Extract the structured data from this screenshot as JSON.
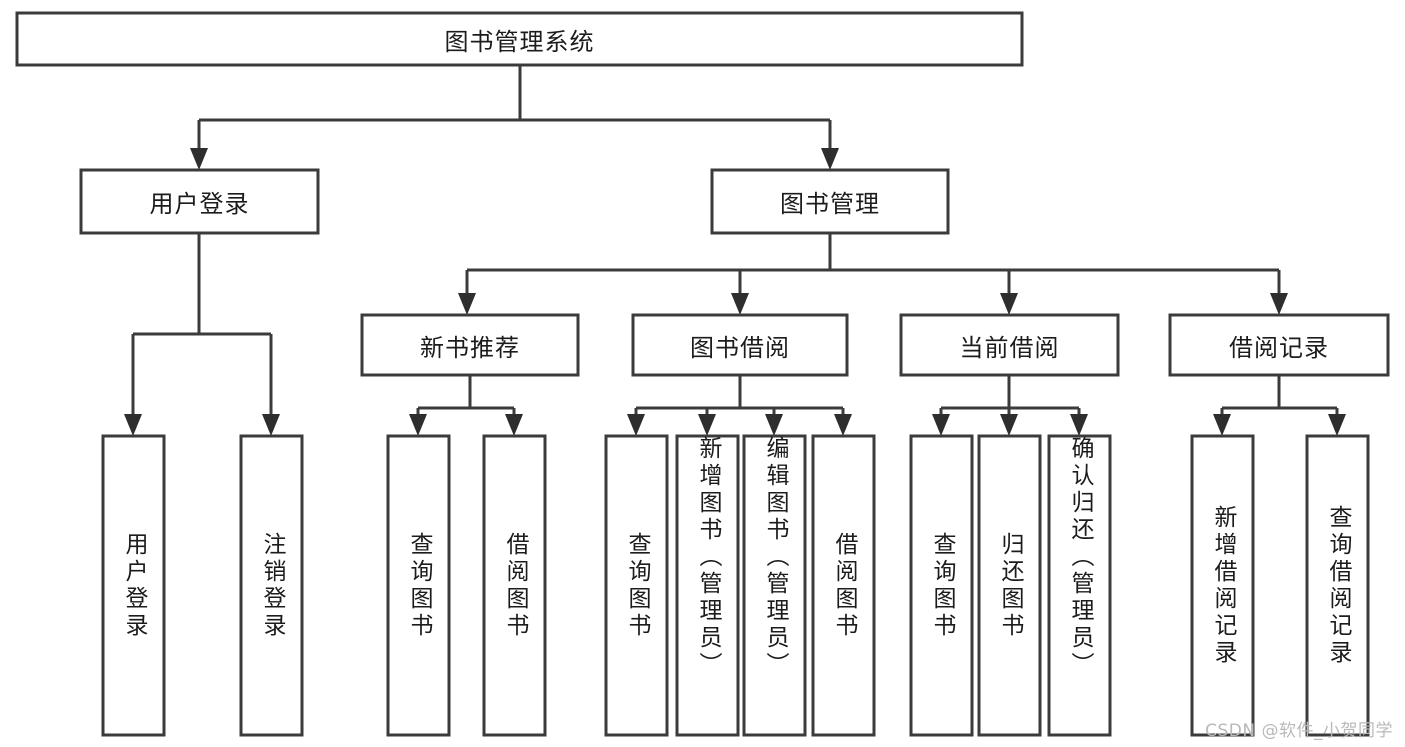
{
  "diagram": {
    "title": "图书管理系统",
    "type": "tree-hierarchy",
    "orientation": "top-down",
    "colors": {
      "background": "#ffffff",
      "box_border": "#3b3b3b",
      "box_fill": "#ffffff",
      "connector": "#3b3b3b",
      "text": "#1c1c1c",
      "watermark": "#b9b9b9"
    },
    "root": {
      "label": "图书管理系统",
      "orientation": "horizontal"
    },
    "level2": [
      {
        "label": "用户登录",
        "orientation": "horizontal"
      },
      {
        "label": "图书管理",
        "orientation": "horizontal"
      }
    ],
    "level3": [
      {
        "label": "新书推荐",
        "orientation": "horizontal",
        "parent": "图书管理"
      },
      {
        "label": "图书借阅",
        "orientation": "horizontal",
        "parent": "图书管理"
      },
      {
        "label": "当前借阅",
        "orientation": "horizontal",
        "parent": "图书管理"
      },
      {
        "label": "借阅记录",
        "orientation": "horizontal",
        "parent": "图书管理"
      }
    ],
    "leaves": {
      "用户登录": [
        {
          "label": "用户登录",
          "orientation": "vertical"
        },
        {
          "label": "注销登录",
          "orientation": "vertical"
        }
      ],
      "新书推荐": [
        {
          "label": "查询图书",
          "orientation": "vertical"
        },
        {
          "label": "借阅图书",
          "orientation": "vertical"
        }
      ],
      "图书借阅": [
        {
          "label": "查询图书",
          "orientation": "vertical"
        },
        {
          "label": "新增图书（管理员）",
          "orientation": "vertical"
        },
        {
          "label": "编辑图书（管理员）",
          "orientation": "vertical"
        },
        {
          "label": "借阅图书",
          "orientation": "vertical"
        }
      ],
      "当前借阅": [
        {
          "label": "查询图书",
          "orientation": "vertical"
        },
        {
          "label": "归还图书",
          "orientation": "vertical"
        },
        {
          "label": "确认归还（管理员）",
          "orientation": "vertical"
        }
      ],
      "借阅记录": [
        {
          "label": "新增借阅记录",
          "orientation": "vertical"
        },
        {
          "label": "查询借阅记录",
          "orientation": "vertical"
        }
      ]
    }
  },
  "watermark": {
    "text": "CSDN @软件_小贺同学"
  }
}
